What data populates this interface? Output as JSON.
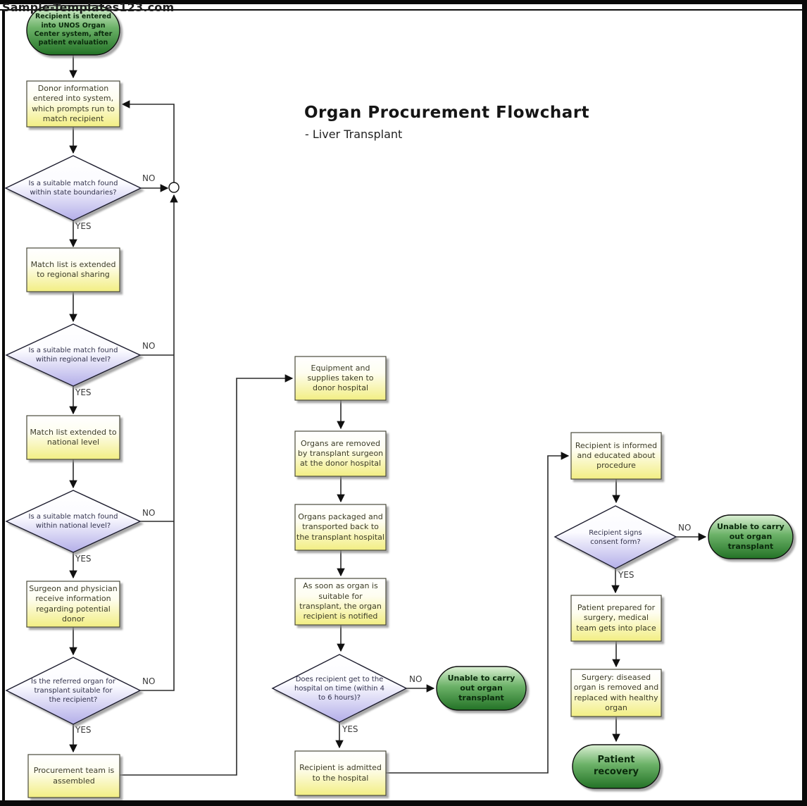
{
  "watermark": "Sample-Templates123.com",
  "header": {
    "title": "Organ Procurement Flowchart",
    "subtitle": "- Liver Transplant"
  },
  "labels": {
    "yes": "YES",
    "no": "NO"
  },
  "colors": {
    "process_fill": "#f2ee83",
    "decision_fill": "#b9b5ea",
    "terminal_fill": "#2f8732",
    "line": "#2b2b2b"
  },
  "nodes": {
    "start": "Recipient is entered into UNOS Organ Center system, after patient evaluation",
    "donor_info": "Donor information entered into system, which prompts run to match recipient",
    "d_state": "Is a suitable match found within state boundaries?",
    "regional": "Match list is extended to regional sharing",
    "d_regional": "Is a suitable match found within regional level?",
    "national": "Match list extended to national level",
    "d_national": "Is a suitable match found within national level?",
    "surgeon": "Surgeon and physician receive information regarding potential donor",
    "d_organ": "Is the referred organ for transplant suitable for the recipient?",
    "procurement": "Procurement team is assembled",
    "equipment": "Equipment and supplies taken to donor hospital",
    "removed": "Organs are removed by transplant surgeon at the donor hospital",
    "packaged": "Organs packaged and transported back to the transplant hospital",
    "notified": "As soon as organ is suitable for transplant, the organ recipient is notified",
    "d_time": "Does recipient get to the hospital on time (within 4 to 6 hours)?",
    "admitted": "Recipient is admitted to the hospital",
    "unable_mid": "Unable to carry out organ transplant",
    "informed": "Recipient is informed and educated about procedure",
    "d_consent": "Recipient signs consent form?",
    "unable_right": "Unable to carry out organ transplant",
    "prepared": "Patient prepared for surgery, medical team gets into place",
    "surgery": "Surgery: diseased organ is removed and replaced with healthy organ",
    "recovery": "Patient recovery"
  }
}
